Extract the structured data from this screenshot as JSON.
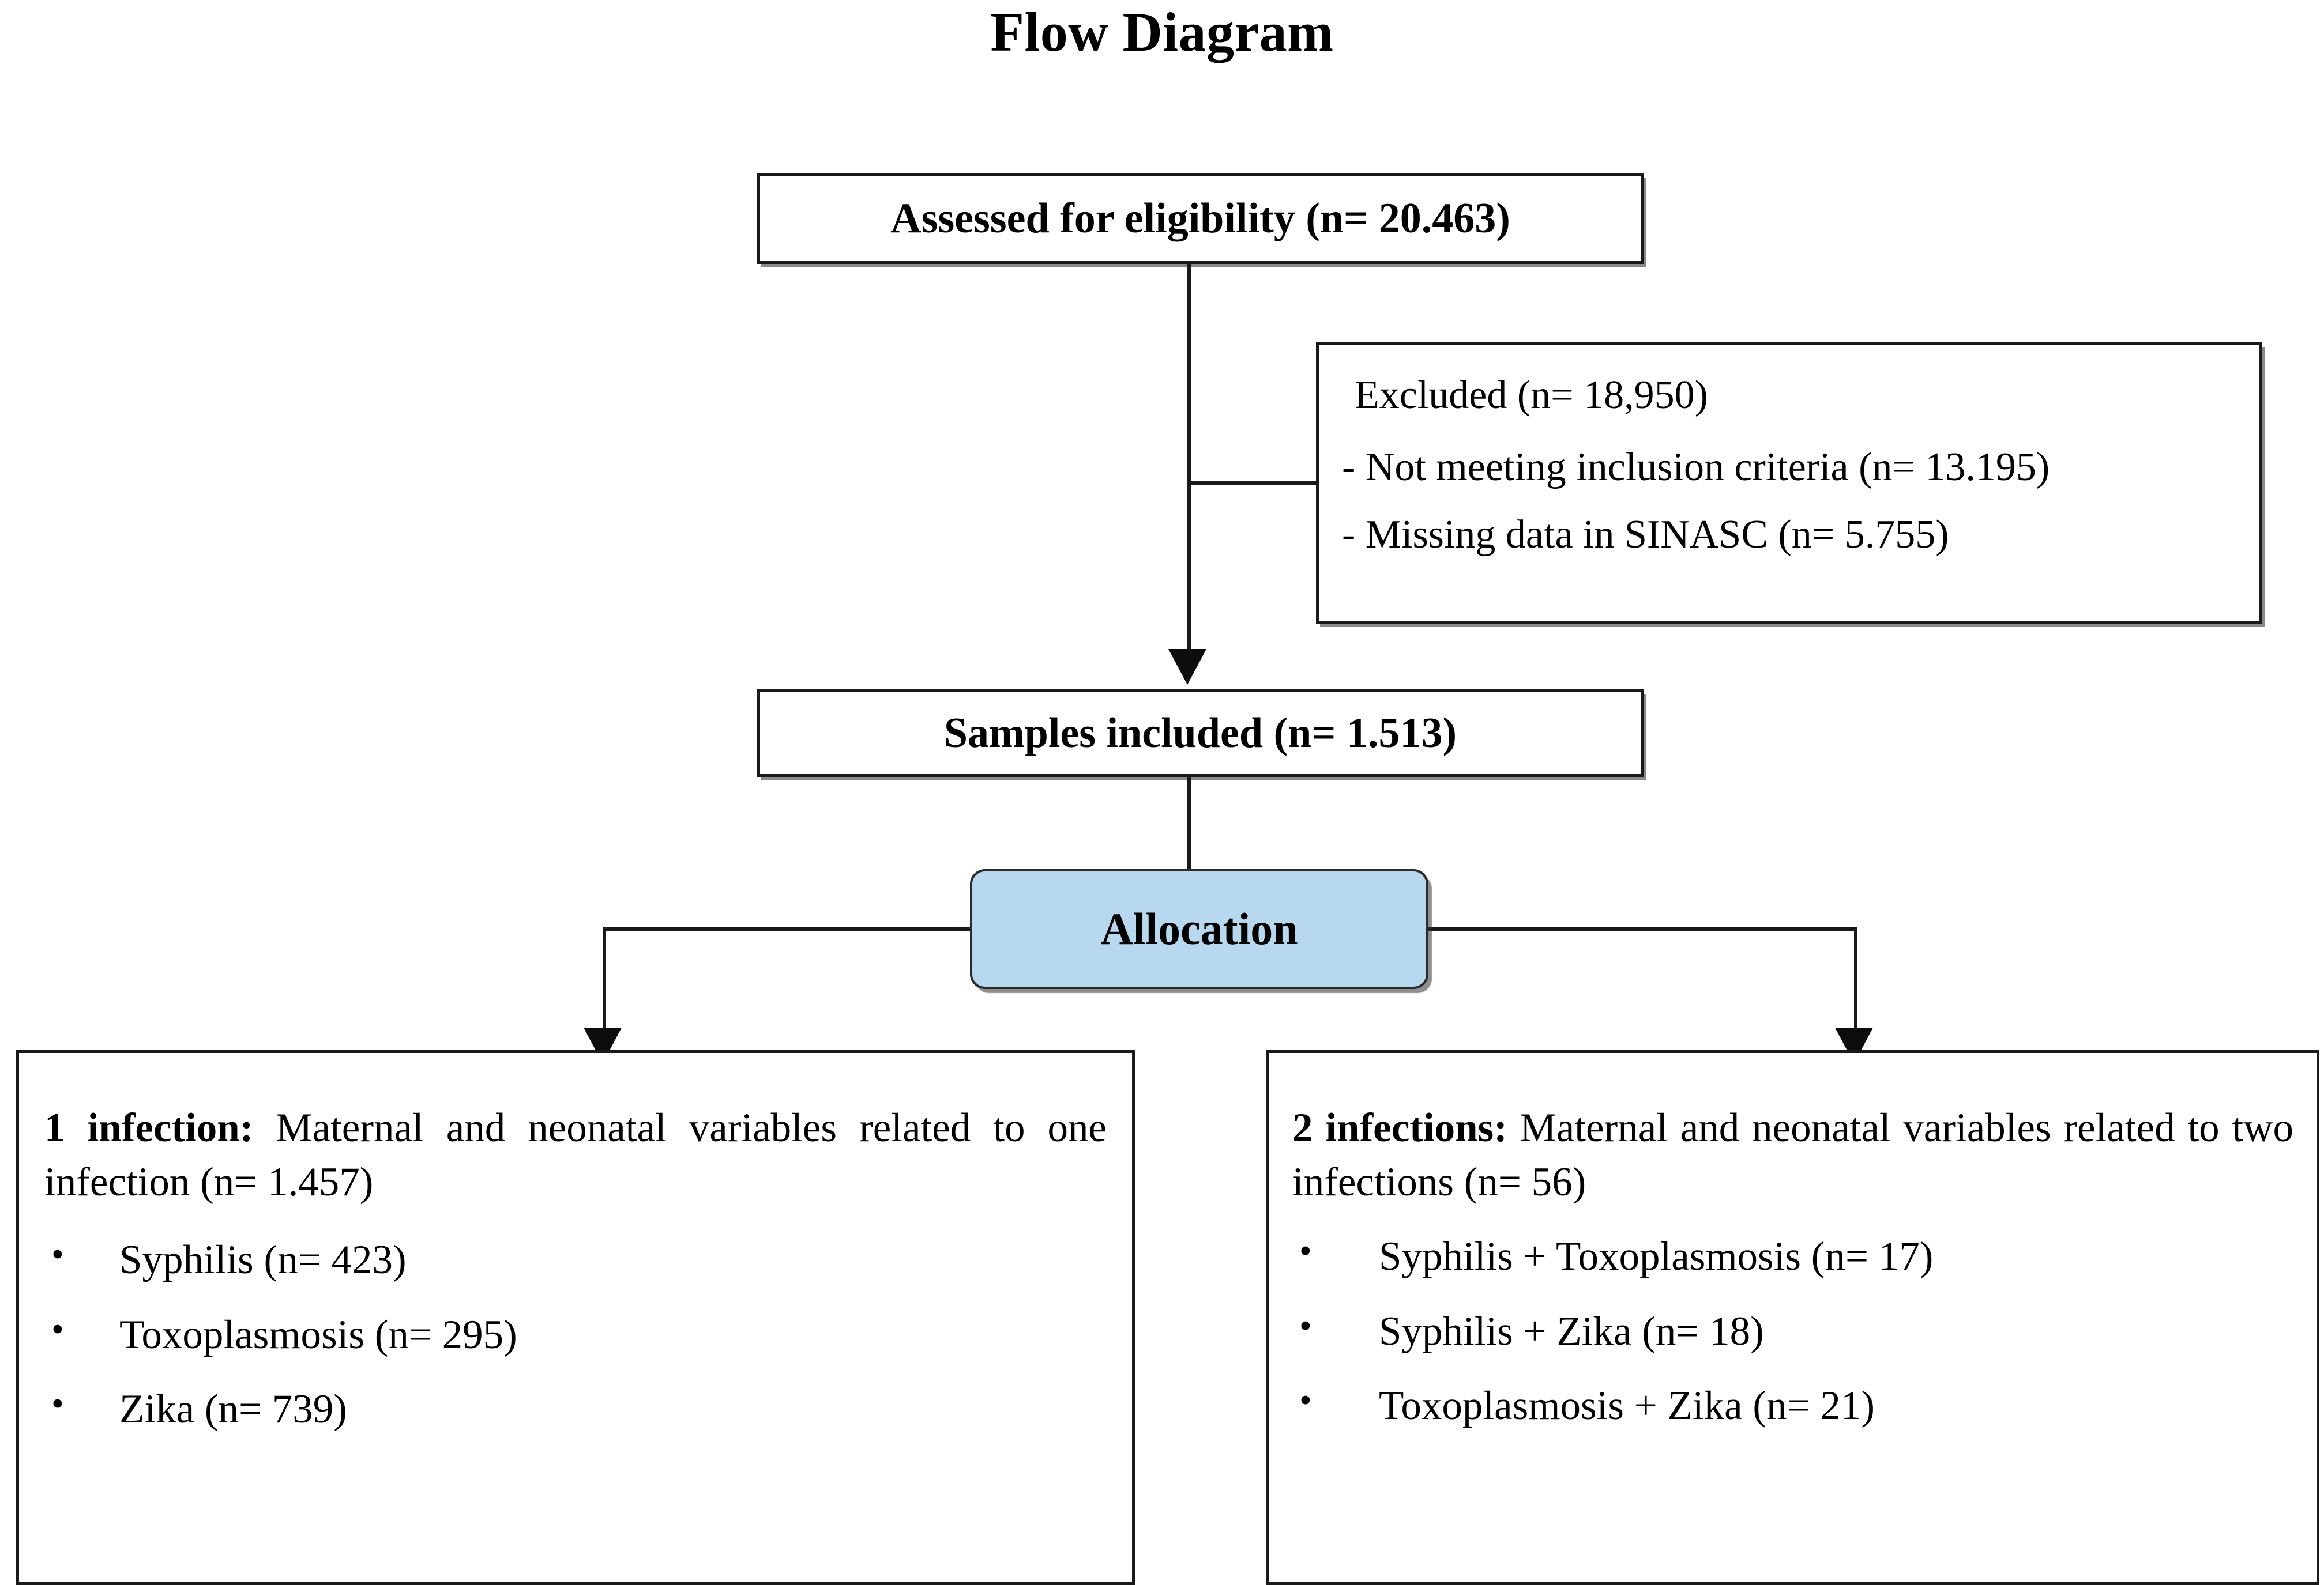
{
  "title": "Flow Diagram",
  "nodes": {
    "assessed": {
      "label": "Assessed for eligibility (n= 20.463)"
    },
    "excluded": {
      "heading": "Excluded (n= 18,950)",
      "items": [
        "- Not meeting  inclusion  criteria  (n= 13.195)",
        "- Missing  data in SINASC (n= 5.755)"
      ]
    },
    "samples": {
      "label": "Samples included (n= 1.513)"
    },
    "allocation": {
      "label": "Allocation"
    },
    "one_infection": {
      "lead_bold": "1 infection:",
      "lead_rest": " Maternal  and neonatal  variables  related to one infection  (n= 1.457)",
      "bullets": [
        "Syphilis  (n= 423)",
        "Toxoplasmosis (n= 295)",
        "Zika  (n= 739)"
      ]
    },
    "two_infections": {
      "lead_bold": "2 infections:",
      "lead_rest": " Maternal  and neonatal  variables  related to two infections  (n= 56)",
      "bullets": [
        "Syphilis  + Toxoplasmosis (n= 17)",
        " Syphilis  + Zika  (n= 18)",
        "Toxoplasmosis + Zika  (n= 21)"
      ]
    }
  },
  "colors": {
    "allocation_fill": "#b7d8ef",
    "border": "#1a1a1a",
    "text": "#000000",
    "page_background": "#ffffff"
  }
}
